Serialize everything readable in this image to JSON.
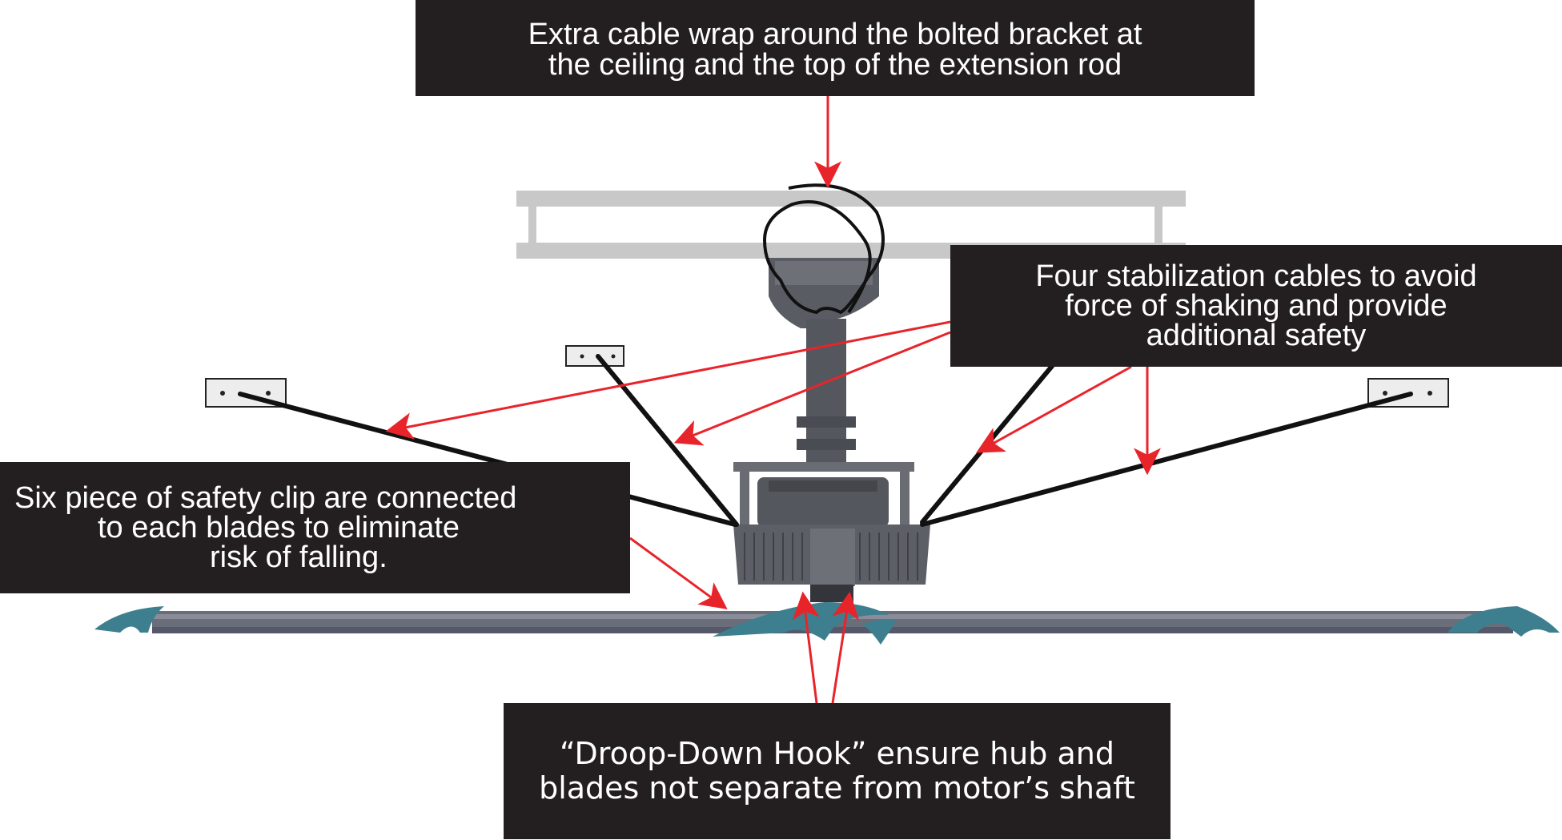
{
  "callouts": {
    "cable_wrap": {
      "line1": "Extra cable wrap around the bolted bracket at",
      "line2": "the ceiling and the top of the extension rod"
    },
    "stabilization": {
      "line1": "Four stabilization cables to avoid",
      "line2": "force of shaking and provide",
      "line3": "additional safety"
    },
    "safety_clip": {
      "line1": "Six piece of safety clip are connected",
      "line2": "to each blades to eliminate",
      "line3": "risk of falling."
    },
    "droop_hook": {
      "line1": "“Droop-Down Hook” ensure hub and",
      "line2": "blades not separate from motor’s shaft"
    }
  },
  "colors": {
    "callout_bg": "#231f20",
    "callout_text": "#ffffff",
    "arrow": "#e8242b",
    "cable": "#111111",
    "bracket": "#c8c8c8",
    "motor": "#55575e",
    "blade": "#6a6d7a",
    "blade_tip": "#3d7f8e"
  }
}
